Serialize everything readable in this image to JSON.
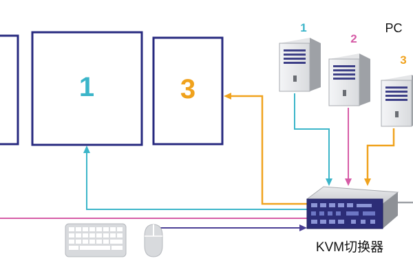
{
  "monitors": [
    {
      "label": "1"
    },
    {
      "label": "3"
    }
  ],
  "pcs": {
    "title": "PC",
    "items": [
      {
        "label": "1",
        "color": "#3bb5c9"
      },
      {
        "label": "2",
        "color": "#d65ba6"
      },
      {
        "label": "3",
        "color": "#f0a21d"
      }
    ]
  },
  "kvm": {
    "label": "KVM切换器"
  },
  "colors": {
    "navy": "#27297f",
    "teal": "#3bb5c9",
    "pink": "#d65ba6",
    "orange": "#f0a21d",
    "purple": "#4b3f95",
    "device_gray": "#b5b8bd"
  },
  "peripherals": {
    "keyboard_icon": "keyboard-icon",
    "mouse_icon": "mouse-icon"
  }
}
